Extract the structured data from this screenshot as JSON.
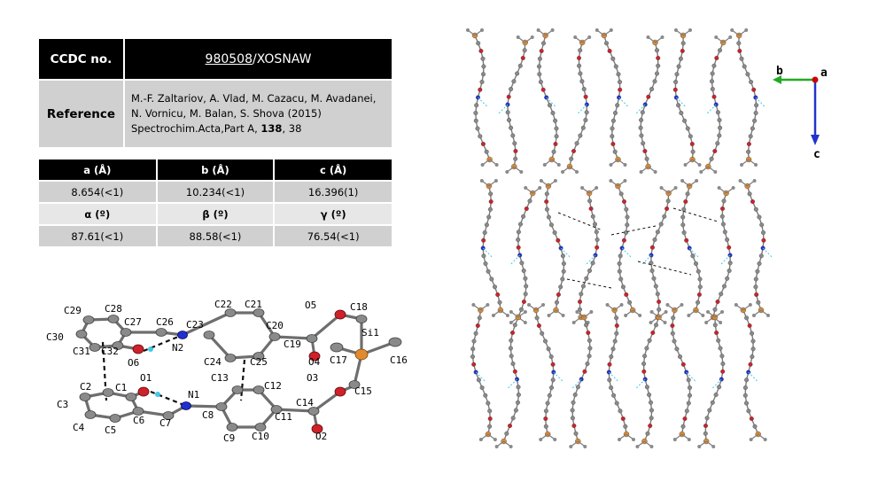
{
  "reference_table": {
    "ccdc_label": "CCDC no.",
    "ccdc_code": "980508",
    "ccdc_separator": "/",
    "refcode": "XOSNAW",
    "reference_label": "Reference",
    "reference_line1": "M.-F. Zaltariov, A. Vlad, M. Cazacu, M. Avadanei,",
    "reference_line2": "N. Vornicu, M. Balan, S. Shova (2015)",
    "reference_line3_journal": "Spectrochim.Acta,Part A, ",
    "reference_line3_volume": "138",
    "reference_line3_page": ", 38"
  },
  "cell_table": {
    "headers": [
      "a (Å)",
      "b (Å)",
      "c (Å)"
    ],
    "values": [
      "8.654(<1)",
      "10.234(<1)",
      "16.396(1)"
    ],
    "angle_headers": [
      "α (º)",
      "β (º)",
      "γ (º)"
    ],
    "angle_values": [
      "87.61(<1)",
      "88.58(<1)",
      "76.54(<1)"
    ]
  },
  "molecule_labels": {
    "C29": "C29",
    "C28": "C28",
    "C27": "C27",
    "C26": "C26",
    "C22": "C22",
    "C21": "C21",
    "O5": "O5",
    "C18": "C18",
    "C30": "C30",
    "C23": "C23",
    "C20": "C20",
    "Si1": "Si1",
    "C31": "C31",
    "C32": "C32",
    "N2": "N2",
    "C19": "C19",
    "O6": "O6",
    "C24": "C24",
    "C25": "C25",
    "O4": "O4",
    "C17": "C17",
    "C16": "C16",
    "O1": "O1",
    "C13": "C13",
    "C12": "C12",
    "O3": "O3",
    "C2": "C2",
    "C1": "C1",
    "N1": "N1",
    "C15": "C15",
    "C3": "C3",
    "C14": "C14",
    "C6": "C6",
    "C7": "C7",
    "C8": "C8",
    "C11": "C11",
    "C4": "C4",
    "C5": "C5",
    "C9": "C9",
    "C10": "C10",
    "O2": "O2"
  },
  "axes": {
    "b": "b",
    "a": "a",
    "c": "c"
  },
  "colors": {
    "carbon": "#8a8a8a",
    "oxygen": "#d0202a",
    "nitrogen": "#1f2fd0",
    "silicon": "#e08a30",
    "hydrogen": "#40c8e8",
    "axis_b": "#22aa22",
    "axis_c": "#2233cc",
    "axis_a": "#cc0000"
  }
}
